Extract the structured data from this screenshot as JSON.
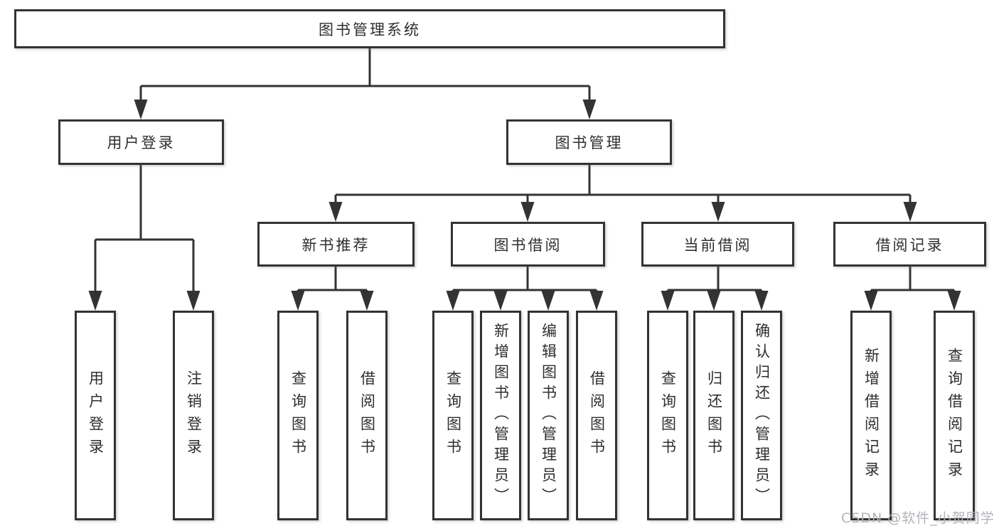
{
  "tree": {
    "root": {
      "label": "图书管理系统"
    },
    "level2": [
      {
        "label": "用户登录"
      },
      {
        "label": "图书管理"
      }
    ],
    "level3": [
      {
        "label": "新书推荐",
        "parent": "图书管理"
      },
      {
        "label": "图书借阅",
        "parent": "图书管理"
      },
      {
        "label": "当前借阅",
        "parent": "图书管理"
      },
      {
        "label": "借阅记录",
        "parent": "图书管理"
      }
    ],
    "leaves": [
      {
        "label": "用户登录",
        "parent": "用户登录"
      },
      {
        "label": "注销登录",
        "parent": "用户登录"
      },
      {
        "label": "查询图书",
        "parent": "新书推荐"
      },
      {
        "label": "借阅图书",
        "parent": "新书推荐"
      },
      {
        "label": "查询图书",
        "parent": "图书借阅"
      },
      {
        "label": "新增图书（管理员）",
        "parent": "图书借阅"
      },
      {
        "label": "编辑图书（管理员）",
        "parent": "图书借阅"
      },
      {
        "label": "借阅图书",
        "parent": "图书借阅"
      },
      {
        "label": "查询图书",
        "parent": "当前借阅"
      },
      {
        "label": "归还图书",
        "parent": "当前借阅"
      },
      {
        "label": "确认归还（管理员）",
        "parent": "当前借阅"
      },
      {
        "label": "新增借阅记录",
        "parent": "借阅记录"
      },
      {
        "label": "查询借阅记录",
        "parent": "借阅记录"
      }
    ]
  },
  "watermark": {
    "text": "CSDN @软件_小贺同学"
  },
  "colors": {
    "box_border": "#333333",
    "connector_line": "#333333",
    "text": "#2e2e2e",
    "background": "#ffffff",
    "watermark": "#b6b1b8"
  }
}
